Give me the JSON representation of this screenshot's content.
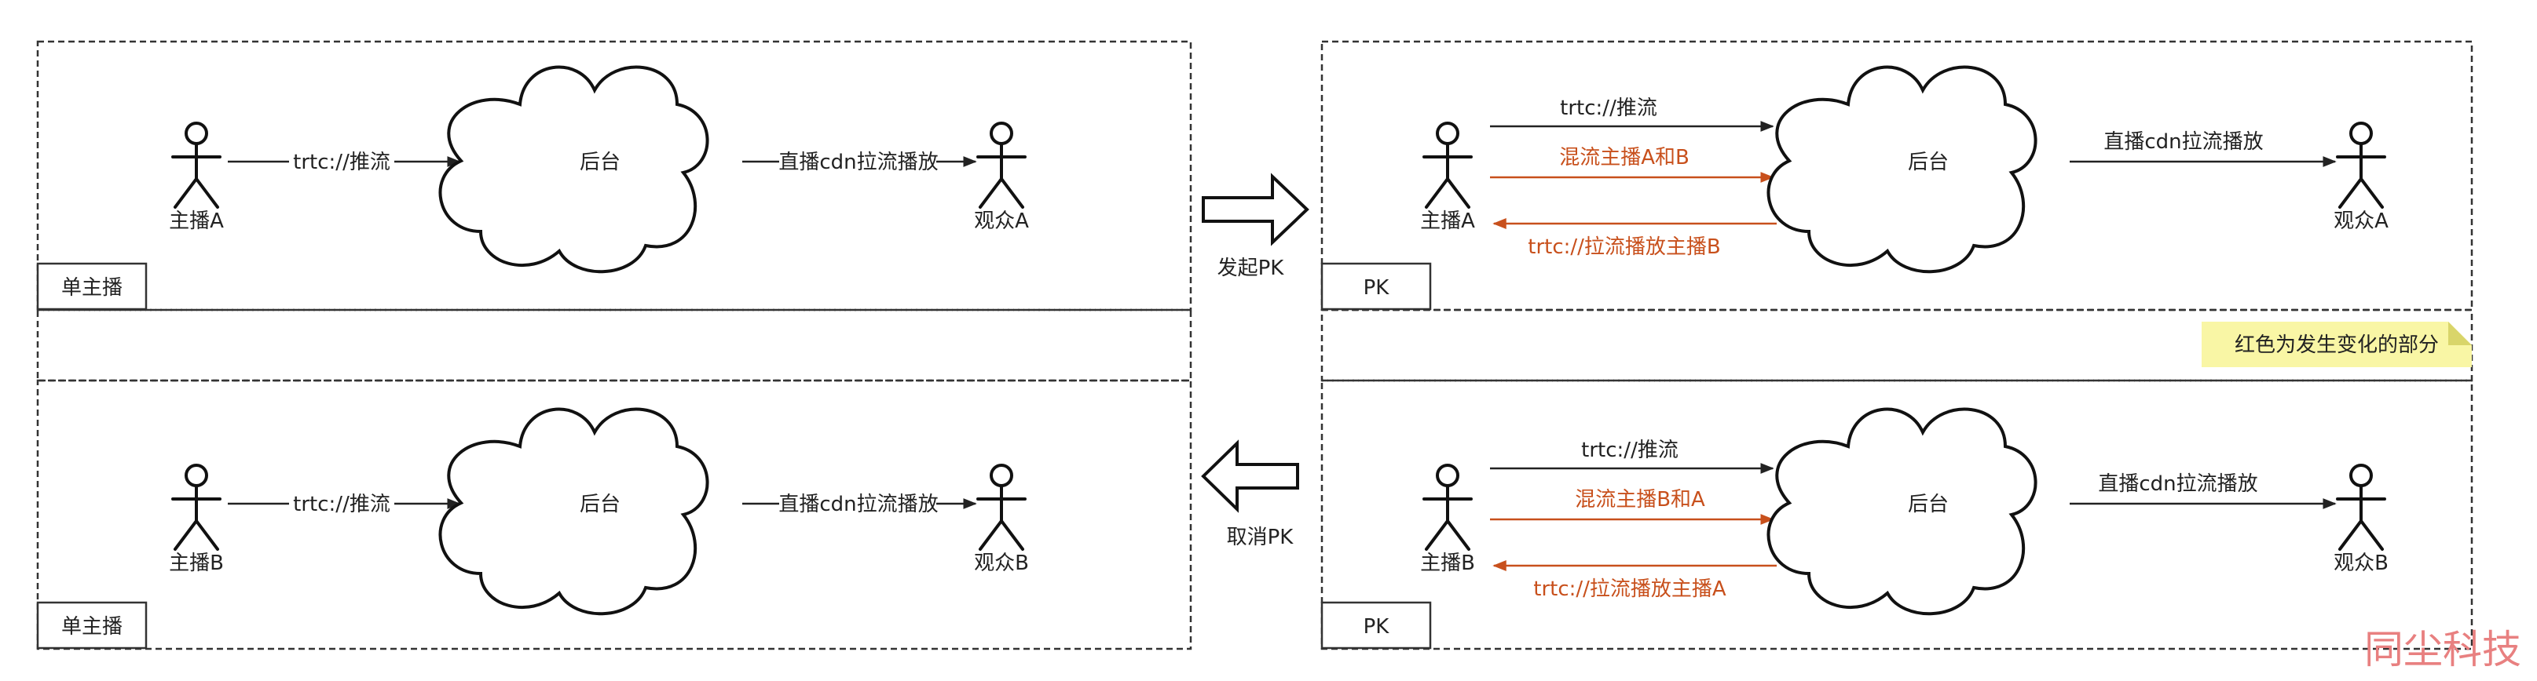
{
  "colors": {
    "changed": "#c8501c",
    "note_bg": "#f9f6a5",
    "watermark": "#e88080"
  },
  "scenes": {
    "single_a": {
      "tag": "单主播",
      "anchor": "主播A",
      "backend": "后台",
      "viewer": "观众A",
      "push": "trtc://推流",
      "cdn": "直播cdn拉流播放"
    },
    "single_b": {
      "tag": "单主播",
      "anchor": "主播B",
      "backend": "后台",
      "viewer": "观众B",
      "push": "trtc://推流",
      "cdn": "直播cdn拉流播放"
    },
    "pk_a": {
      "tag": "PK",
      "anchor": "主播A",
      "backend": "后台",
      "viewer": "观众A",
      "push": "trtc://推流",
      "mix": "混流主播A和B",
      "pull": "trtc://拉流播放主播B",
      "cdn": "直播cdn拉流播放"
    },
    "pk_b": {
      "tag": "PK",
      "anchor": "主播B",
      "backend": "后台",
      "viewer": "观众B",
      "push": "trtc://推流",
      "mix": "混流主播B和A",
      "pull": "trtc://拉流播放主播A",
      "cdn": "直播cdn拉流播放"
    }
  },
  "transitions": {
    "start": "发起PK",
    "cancel": "取消PK"
  },
  "note": "红色为发生变化的部分",
  "watermark": "同尘科技"
}
